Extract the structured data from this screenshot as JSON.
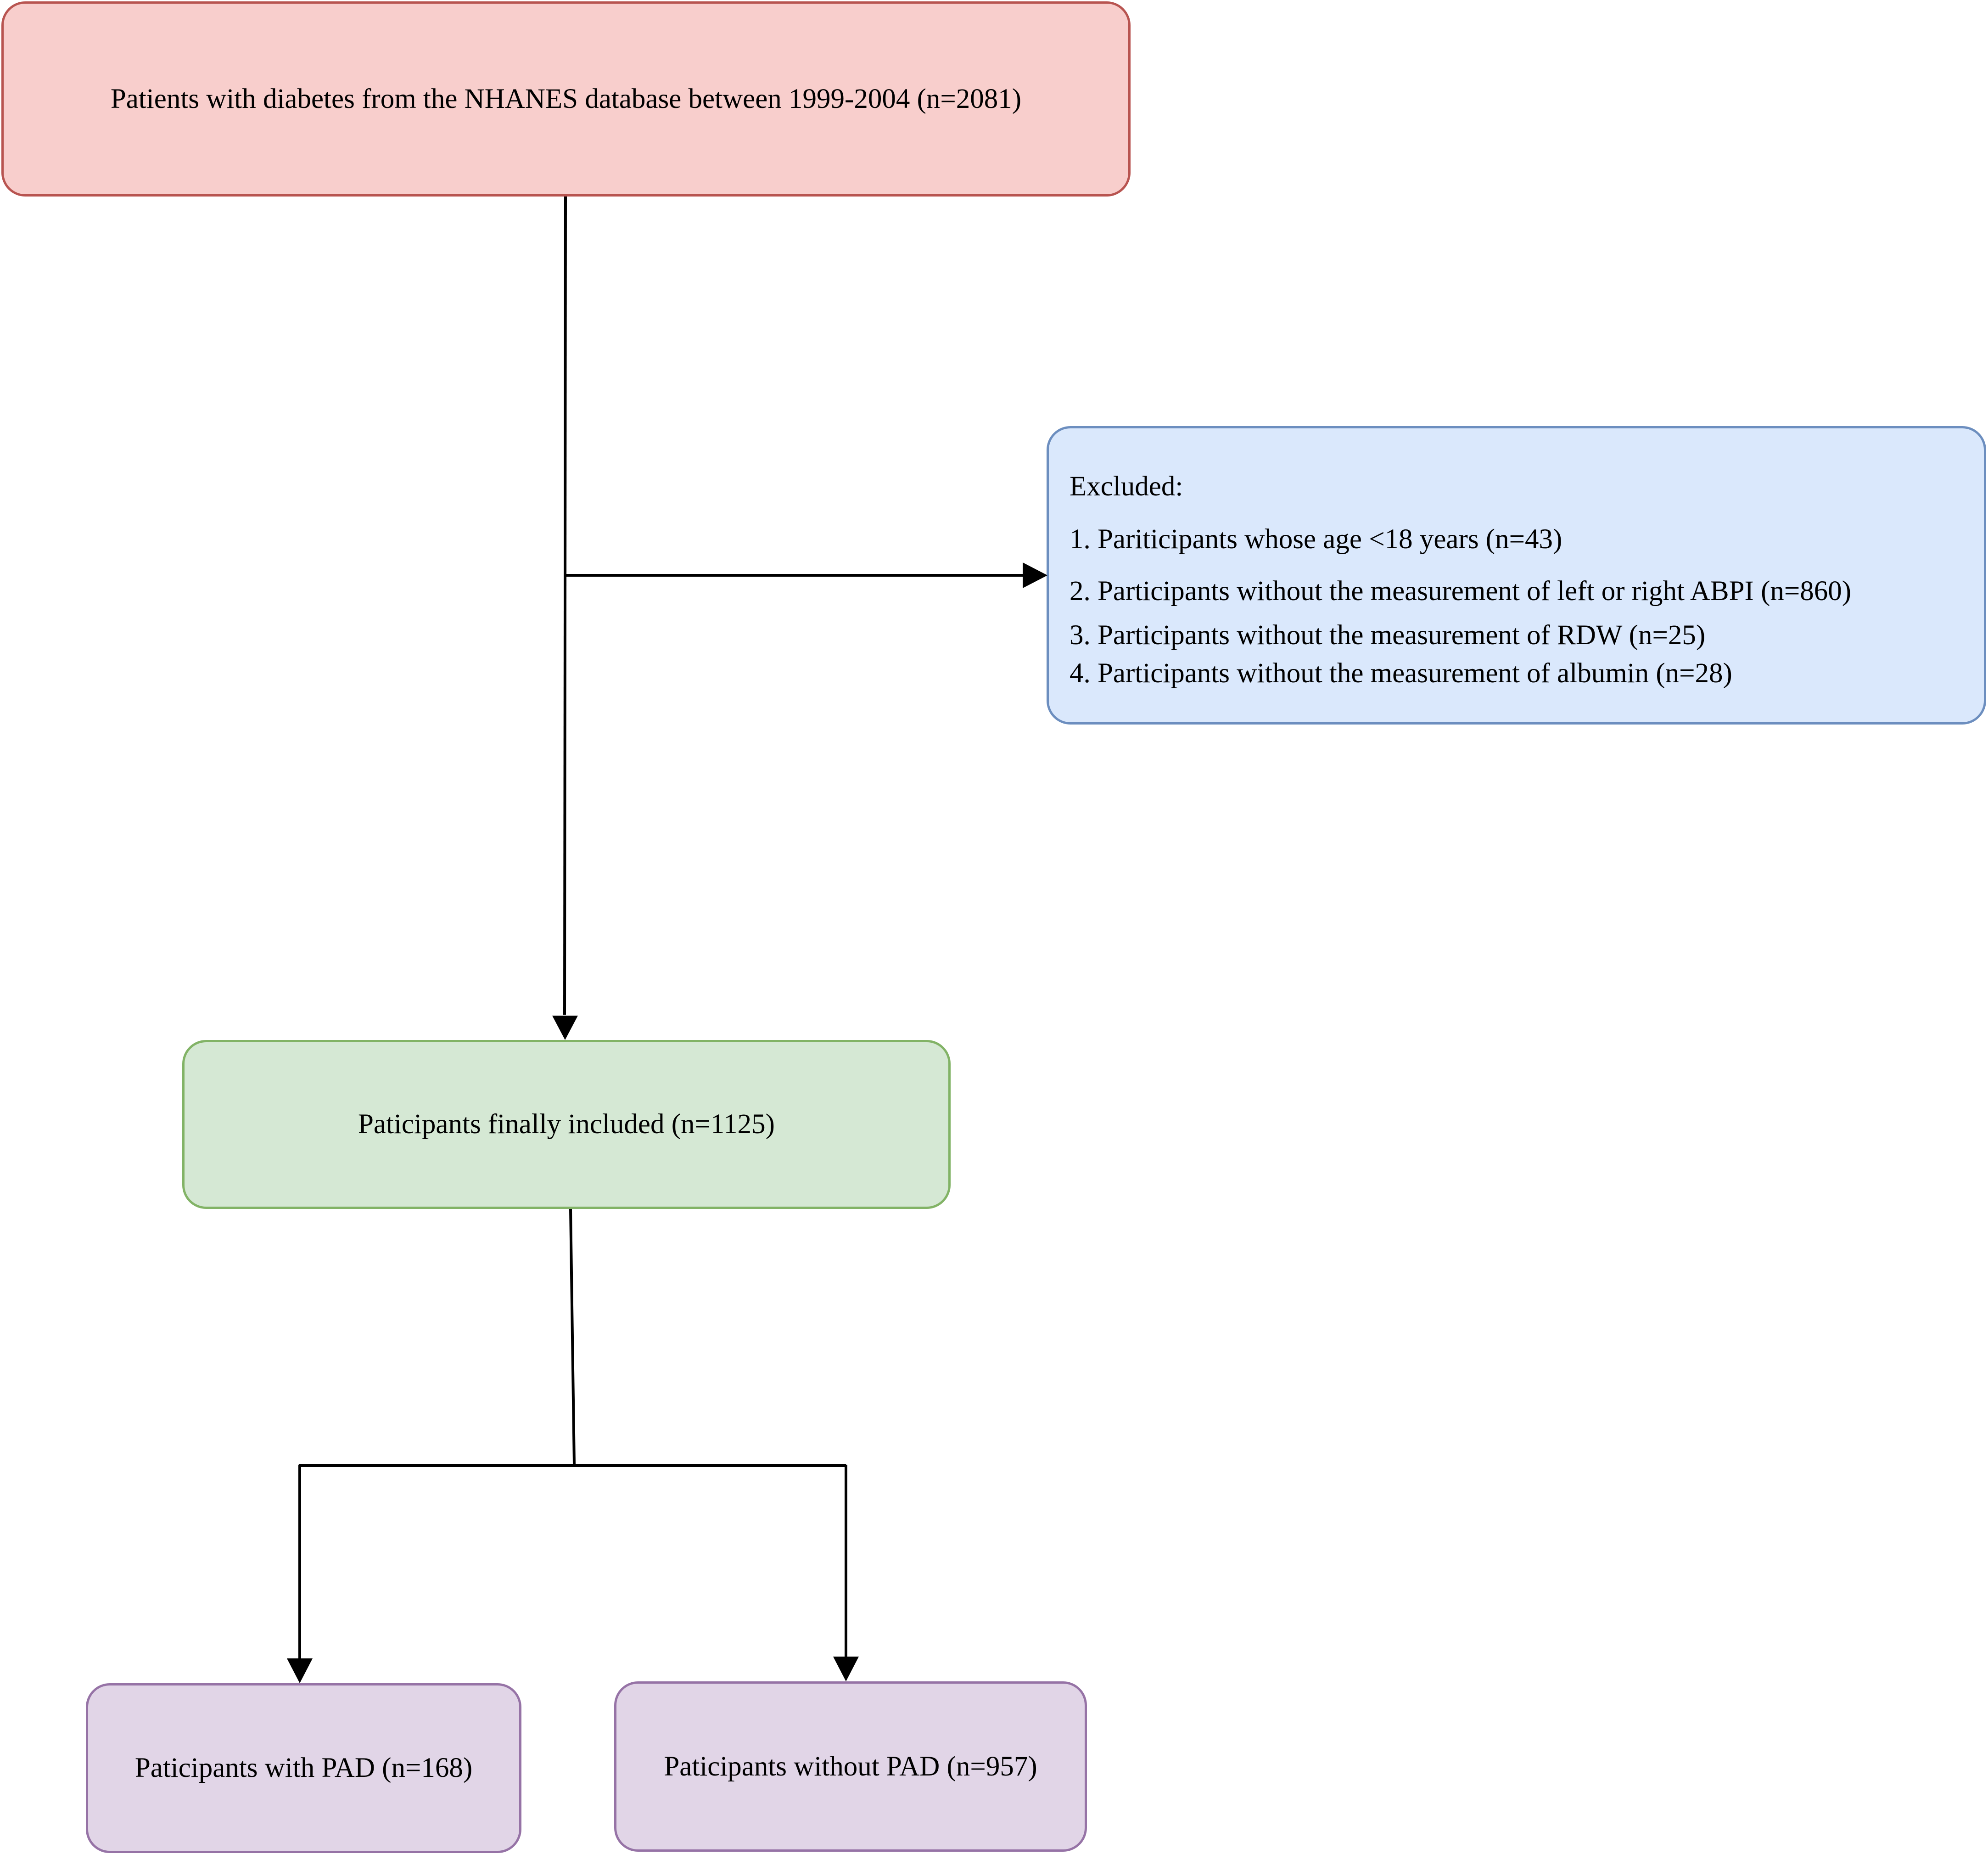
{
  "flowchart": {
    "top_box": "Patients with diabetes from the NHANES database between 1999-2004 (n=2081)",
    "excluded_box": {
      "heading": "Excluded:",
      "items": [
        "1. Pariticipants whose age <18 years (n=43)",
        "2. Participants without the measurement of left or right ABPI (n=860)",
        "3. Participants without the measurement of RDW (n=25)",
        "4. Participants without the measurement of albumin (n=28)"
      ]
    },
    "included_box": "Paticipants finally included (n=1125)",
    "pad_box": "Paticipants with PAD (n=168)",
    "no_pad_box": "Paticipants without PAD (n=957)"
  },
  "colors": {
    "top_fill": "#f8cecc",
    "top_border": "#b85450",
    "excluded_fill": "#dae8fc",
    "excluded_border": "#6c8ebf",
    "included_fill": "#d5e8d4",
    "included_border": "#82b366",
    "outcome_fill": "#e1d5e7",
    "outcome_border": "#9673a6",
    "connector": "#000000"
  }
}
